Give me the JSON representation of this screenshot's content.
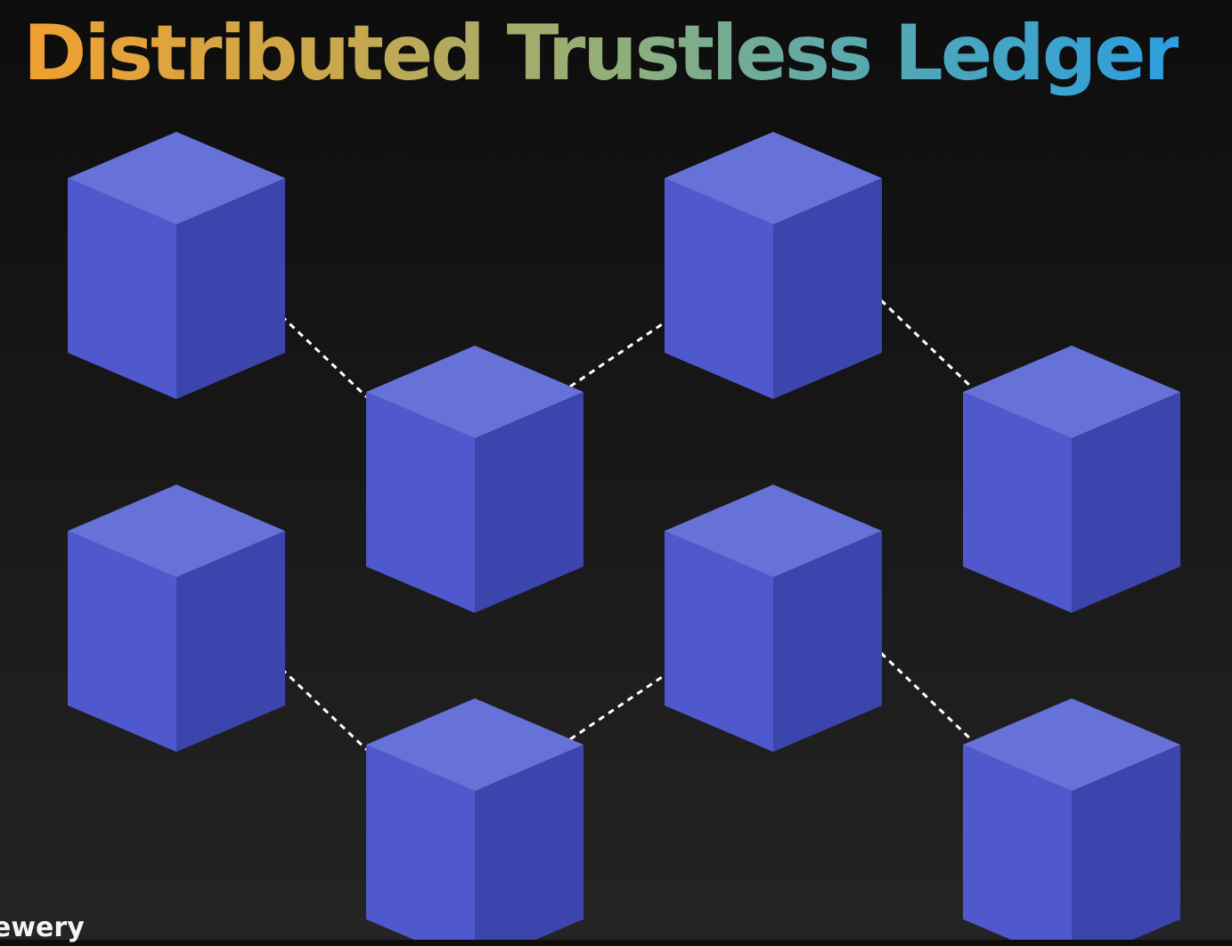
{
  "slide": {
    "title": "Distributed Trustless Ledger",
    "watermark": "ewery"
  },
  "diagram": {
    "block_count": 8,
    "link_count": 6,
    "colors": {
      "block_top": "#6772d8",
      "block_left": "#4f58cc",
      "block_right": "#3c44ad",
      "link": "#ffffff",
      "background_top": "#0d0d0d",
      "background_bottom": "#242424"
    }
  }
}
